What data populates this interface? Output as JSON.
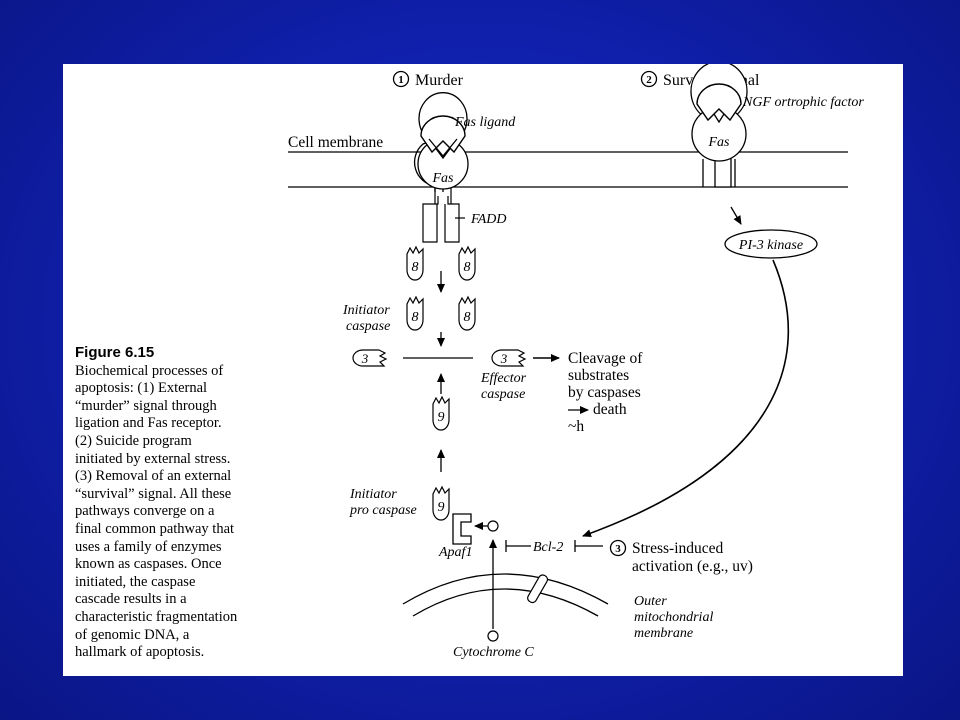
{
  "caption": {
    "title": "Figure 6.15",
    "lines": [
      "Biochemical processes of",
      "apoptosis: (1) External",
      "“murder” signal through",
      "ligation and Fas receptor.",
      "(2) Suicide program",
      "initiated by external stress.",
      "(3) Removal of an external",
      "“survival” signal. All these",
      "pathways converge on a",
      "final common pathway that",
      "uses a family of enzymes",
      "known as caspases. Once",
      "initiated, the caspase",
      "cascade results in a",
      "characteristic fragmentation",
      "of genomic DNA, a",
      "hallmark of apoptosis."
    ]
  },
  "diagram": {
    "murder": {
      "num": "1",
      "label": "Murder"
    },
    "survival": {
      "num": "2",
      "label": "Survival signal"
    },
    "stress": {
      "num": "3",
      "line1": "Stress-induced",
      "line2": "activation (e.g., uv)"
    },
    "cell_membrane": "Cell membrane",
    "fas_ligand": "Fas ligand",
    "fas_left": "Fas",
    "fas_right": "Fas",
    "ngf": "NGF ortrophic factor",
    "fadd": "FADD",
    "pi3k": "PI-3 kinase",
    "caspase8": "8",
    "initiator_caspase": [
      "Initiator",
      "caspase"
    ],
    "caspase3": "3",
    "effector_caspase": [
      "Effector",
      "caspase"
    ],
    "cleavage": [
      "Cleavage of",
      "substrates",
      "by caspases",
      "death",
      "~h"
    ],
    "caspase9": "9",
    "initiator_pro_caspase": [
      "Initiator",
      "pro caspase"
    ],
    "apaf1": "Apaf1",
    "bcl2": "Bcl-2",
    "outer_mito": [
      "Outer",
      "mitochondrial",
      "membrane"
    ],
    "cytochrome": "Cytochrome C"
  }
}
